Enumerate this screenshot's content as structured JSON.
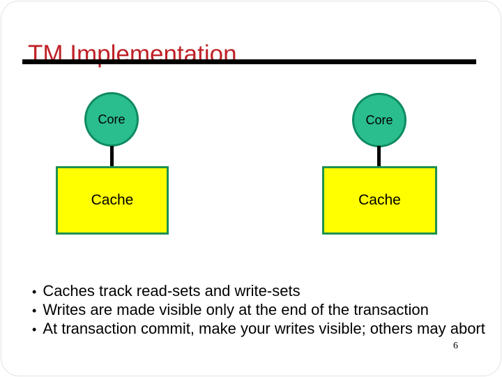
{
  "slide": {
    "title": "TM Implementation",
    "bullet_char": "•",
    "bullets": [
      "Caches track read-sets and write-sets",
      "Writes are made visible only at the end of the transaction",
      "At transaction commit, make your writes visible; others may abort"
    ],
    "nodes": [
      {
        "core_label": "Core",
        "cache_label": "Cache"
      },
      {
        "core_label": "Core",
        "cache_label": "Cache"
      }
    ],
    "page_number": "6",
    "colors": {
      "title_red": "#be2228",
      "core_fill": "#2abd8d",
      "core_border": "#0e8a61",
      "cache_fill": "#ffff00",
      "cache_border": "#1e9150",
      "connector_black": "#000000",
      "rule_black": "#000000"
    }
  }
}
